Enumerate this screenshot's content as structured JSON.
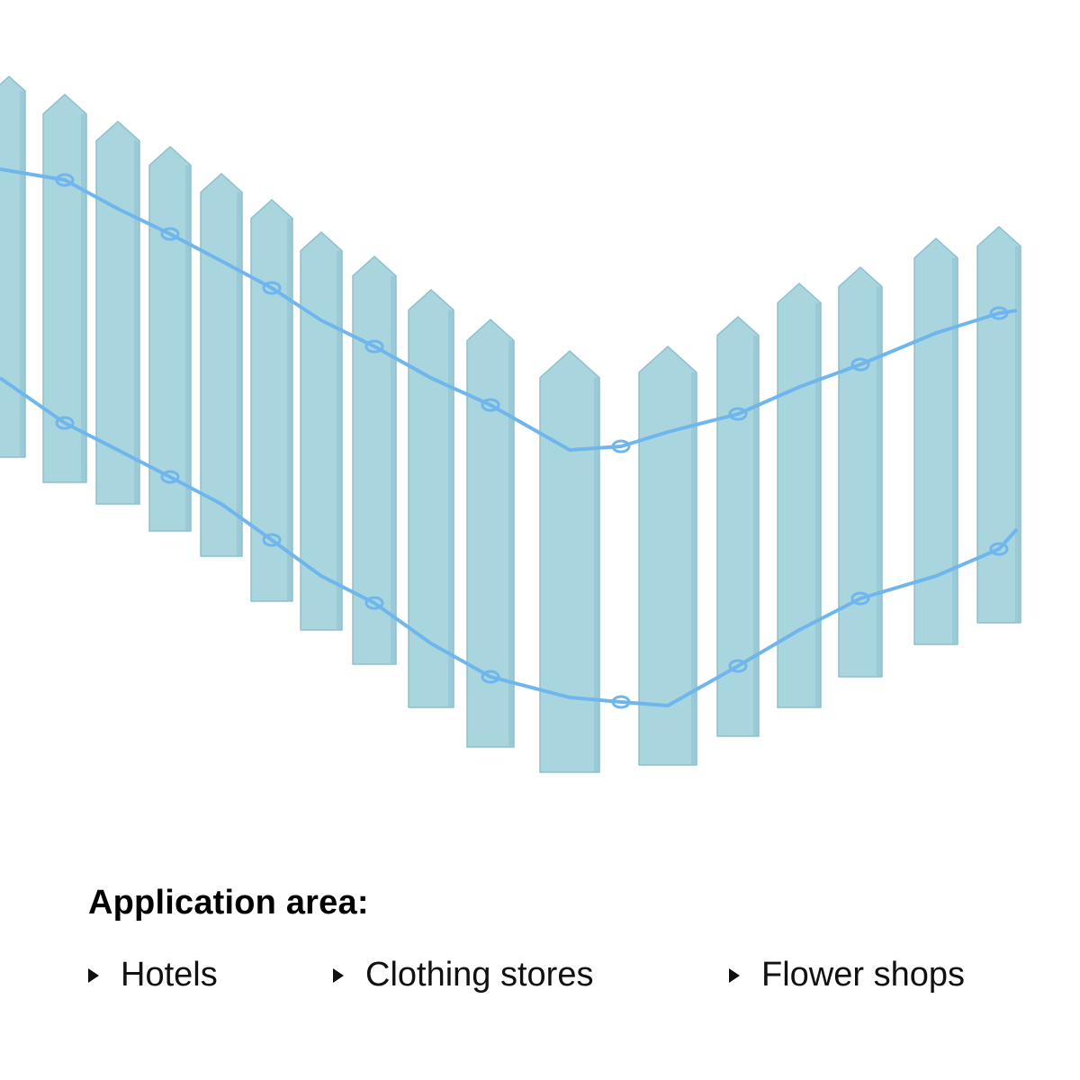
{
  "image": {
    "subject": "light-blue miniature wooden picket fence tied with blue wire",
    "picket_color": "#a9d5df",
    "picket_shade": "#8fc0cc",
    "wire_color": "#6fb6ec",
    "background_color": "#ffffff"
  },
  "application": {
    "heading": "Application area:",
    "items": [
      {
        "label": "Hotels",
        "icon": "triangle-bullet-icon"
      },
      {
        "label": "Clothing stores",
        "icon": "triangle-bullet-icon"
      },
      {
        "label": "Flower shops",
        "icon": "triangle-bullet-icon"
      }
    ]
  }
}
